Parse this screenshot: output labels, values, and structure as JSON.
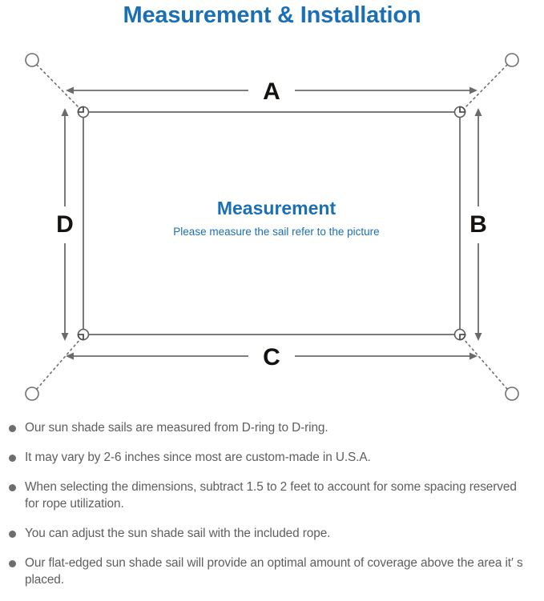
{
  "page": {
    "title": "Measurement & Installation",
    "title_color": "#1a6fb5",
    "background_color": "#ffffff"
  },
  "diagram": {
    "name": "sun-shade-sail-measurement-diagram",
    "center_title": "Measurement",
    "center_subtitle": "Please measure the sail refer to the picture",
    "center_text_color": "#1a6fb5",
    "sail_stroke_color": "#7b7b7b",
    "arrow_color": "#6b6b6b",
    "rope_style": "dotted",
    "dimension_labels": {
      "top": "A",
      "right": "B",
      "bottom": "C",
      "left": "D"
    },
    "dimension_label_color": "#16120f",
    "corner_rings": [
      {
        "name": "d-ring-top-left",
        "position": "top-left"
      },
      {
        "name": "d-ring-top-right",
        "position": "top-right"
      },
      {
        "name": "d-ring-bottom-right",
        "position": "bottom-right"
      },
      {
        "name": "d-ring-bottom-left",
        "position": "bottom-left"
      }
    ],
    "anchor_points": [
      {
        "name": "anchor-post-top-left",
        "position": "top-left"
      },
      {
        "name": "anchor-post-top-right",
        "position": "top-right"
      },
      {
        "name": "anchor-post-bottom-right",
        "position": "bottom-right"
      },
      {
        "name": "anchor-post-bottom-left",
        "position": "bottom-left"
      }
    ]
  },
  "notes": {
    "bullet_color": "#6d6d6d",
    "text_color": "#5e5e5e",
    "items": [
      "Our sun shade sails are measured from D-ring to D-ring.",
      "It may vary by 2-6 inches since most are custom-made in U.S.A.",
      "When selecting the dimensions, subtract 1.5 to 2 feet to account for some spacing reserved for rope utilization.",
      "You can adjust the sun shade sail with the included rope.",
      "Our flat-edged sun shade sail will provide an optimal amount of coverage above the area it′ s placed."
    ]
  }
}
